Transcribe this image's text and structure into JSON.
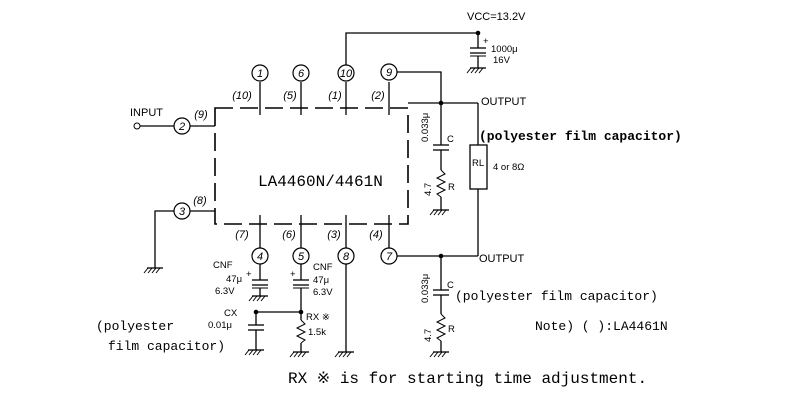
{
  "labels": {
    "vcc": "VCC=13.2V",
    "cap_supply_value": "1000μ",
    "cap_supply_voltage": "16V",
    "input": "INPUT",
    "output_top": "OUTPUT",
    "output_bottom": "OUTPUT",
    "ic_name": "LA4460N/4461N",
    "c_top_value": "0.033μ",
    "c_top_name": "C",
    "r_top_value": "4.7",
    "r_top_name": "R",
    "rl_name": "RL",
    "rl_value": "4 or 8Ω",
    "polyester_top": "(polyester film capacitor)",
    "polyester_bottom": "(polyester film capacitor)",
    "c_bot_value": "0.033μ",
    "c_bot_name": "C",
    "r_bot_value": "4.7",
    "r_bot_name": "R",
    "cnf": "CNF",
    "cnf_value": "47μ",
    "cnf_voltage": "6.3V",
    "cnf2": "CNF",
    "cnf2_value": "47μ",
    "cnf2_voltage": "6.3V",
    "cx": "CX",
    "cx_value": "0.01μ",
    "rx": "RX ※",
    "rx_value": "1.5k",
    "polyester_left_1": "(polyester",
    "polyester_left_2": "film capacitor)",
    "note": "Note) ( ):LA4461N",
    "footnote": "RX ※ is for starting time adjustment."
  },
  "pins_top": [
    {
      "num": "1",
      "alt": "(10)"
    },
    {
      "num": "6",
      "alt": "(5)"
    },
    {
      "num": "10",
      "alt": "(1)"
    },
    {
      "num": "9",
      "alt": "(2)"
    }
  ],
  "pins_left": [
    {
      "num": "2",
      "alt": "(9)"
    },
    {
      "num": "3",
      "alt": "(8)"
    }
  ],
  "pins_bottom": [
    {
      "num": "4",
      "alt": "(7)"
    },
    {
      "num": "5",
      "alt": "(6)"
    },
    {
      "num": "8",
      "alt": "(3)"
    },
    {
      "num": "7",
      "alt": "(4)"
    }
  ]
}
